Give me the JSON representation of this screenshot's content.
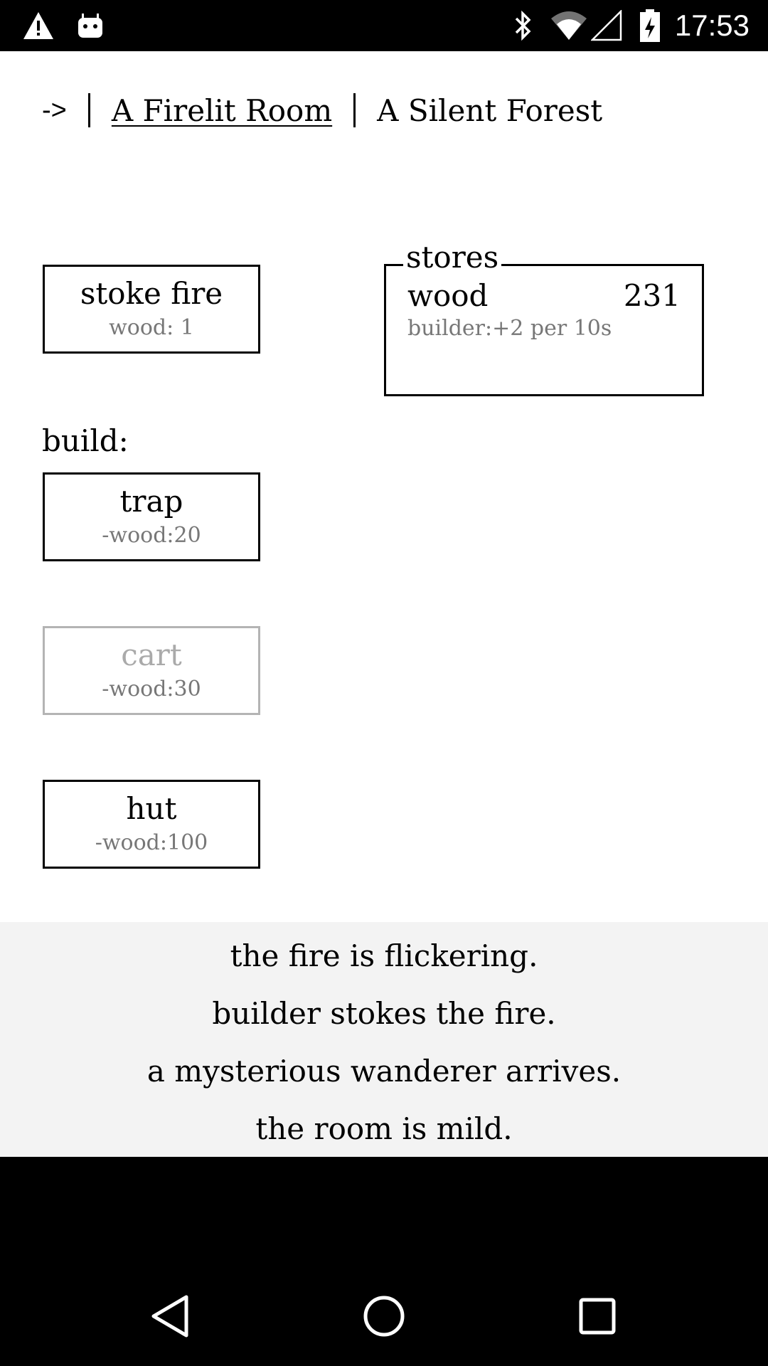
{
  "status_bar": {
    "time": "17:53",
    "icons": [
      "warning-icon",
      "android-icon",
      "bluetooth-icon",
      "wifi-icon",
      "signal-icon",
      "battery-charging-icon"
    ]
  },
  "header": {
    "arrow": "->",
    "tabs": [
      {
        "label": "A Firelit Room",
        "active": true
      },
      {
        "label": "A Silent Forest",
        "active": false
      }
    ]
  },
  "room": {
    "stoke": {
      "label": "stoke fire",
      "cost": "wood: 1"
    },
    "build_label": "build:",
    "build_items": [
      {
        "label": "trap",
        "cost": "-wood:20",
        "enabled": true
      },
      {
        "label": "cart",
        "cost": "-wood:30",
        "enabled": false
      },
      {
        "label": "hut",
        "cost": "-wood:100",
        "enabled": true
      }
    ]
  },
  "stores": {
    "legend": "stores",
    "items": [
      {
        "name": "wood",
        "value": "231",
        "rate": "builder:+2 per 10s"
      }
    ]
  },
  "notifications": [
    "the fire is flickering.",
    "builder stokes the fire.",
    "a mysterious wanderer arrives.",
    "the room is mild."
  ],
  "nav_bar": {
    "icons": [
      "back-icon",
      "home-icon",
      "recents-icon"
    ]
  }
}
